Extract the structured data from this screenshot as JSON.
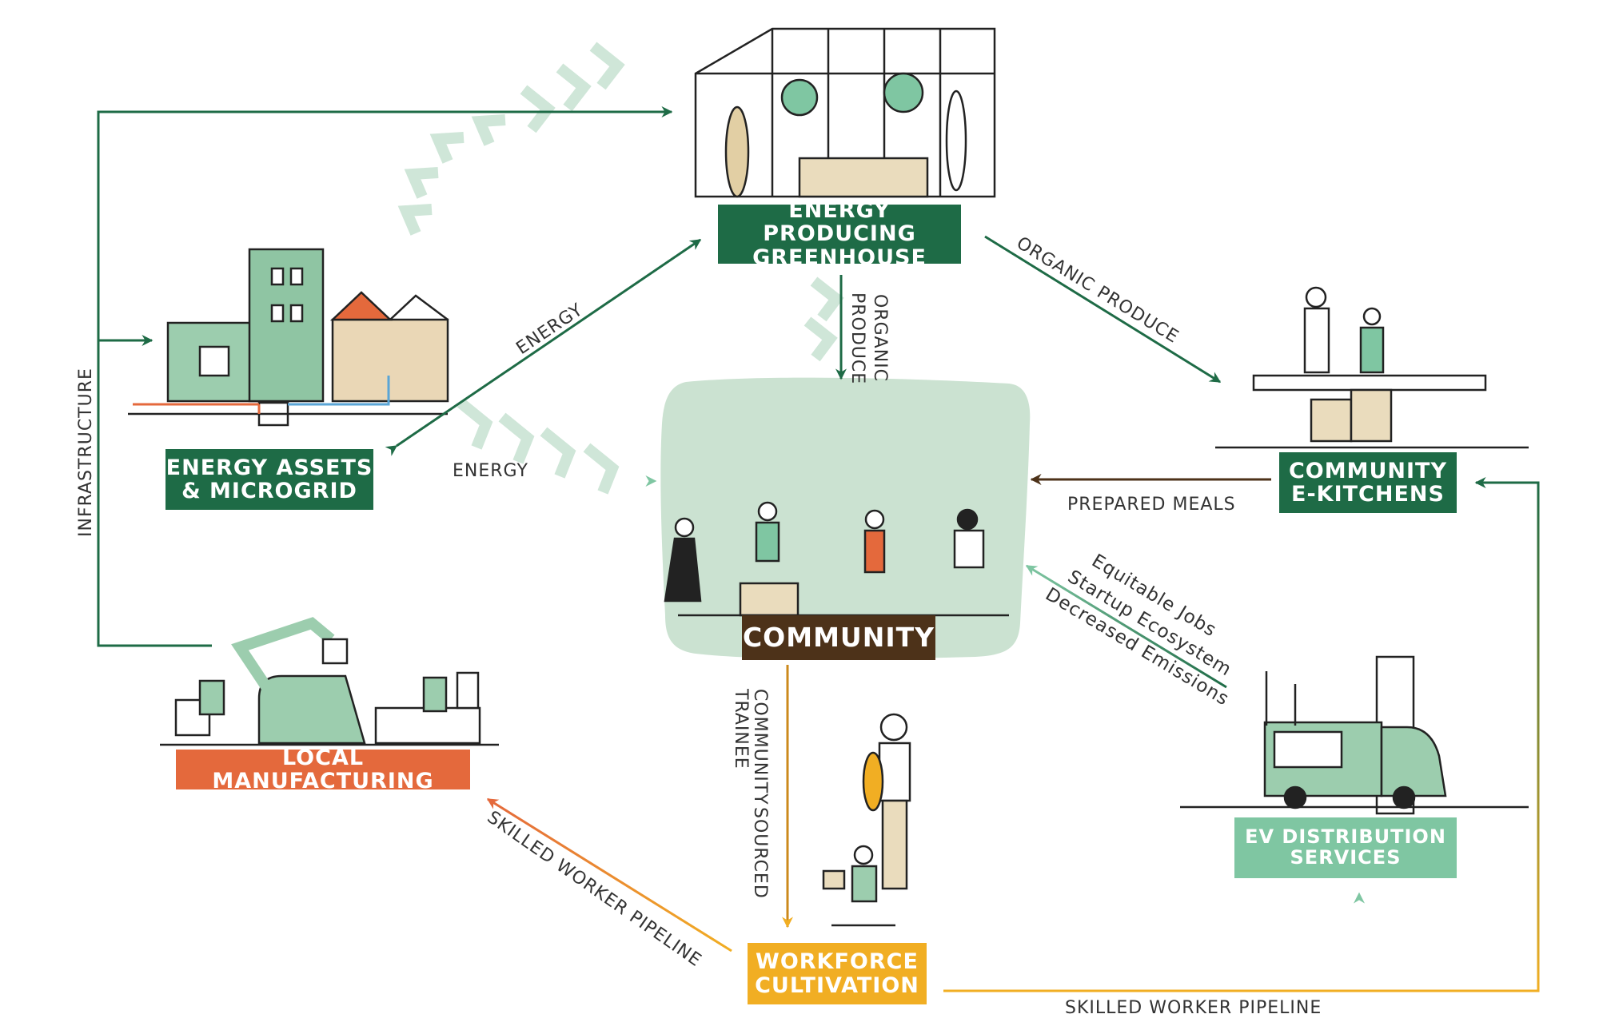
{
  "nodes": {
    "greenhouse": [
      "ENERGY PRODUCING",
      "GREENHOUSE"
    ],
    "energy_assets": [
      "ENERGY ASSETS",
      "& MICROGRID"
    ],
    "kitchens": [
      "COMMUNITY",
      "E-KITCHENS"
    ],
    "community": "COMMUNITY",
    "manufacturing": "LOCAL MANUFACTURING",
    "workforce": [
      "WORKFORCE",
      "CULTIVATION"
    ],
    "ev": [
      "EV DISTRIBUTION",
      "SERVICES"
    ]
  },
  "edges": {
    "infrastructure": "INFRASTRUCTURE",
    "energy_to_greenhouse": "ENERGY",
    "energy_to_community": "ENERGY",
    "organic_produce_down": [
      "ORGANIC",
      "PRODUCE"
    ],
    "organic_produce_kitchens": "ORGANIC PRODUCE",
    "prepared_meals": "PREPARED MEALS",
    "benefits": [
      "Equitable Jobs",
      "Startup Ecosystem",
      "Decreased Emissions"
    ],
    "community_sourced": [
      "COMMUNITY",
      "SOURCED"
    ],
    "trainee": "TRAINEE",
    "skilled_left": "SKILLED WORKER PIPELINE",
    "skilled_bottom": "SKILLED WORKER PIPELINE"
  },
  "colors": {
    "dark_green": "#1e6b46",
    "brown": "#4d3219",
    "orange": "#e4693c",
    "yellow": "#f1ae23",
    "mint": "#7fc6a2",
    "pale_green": "#cfe3d4",
    "text_gray": "#333333"
  }
}
